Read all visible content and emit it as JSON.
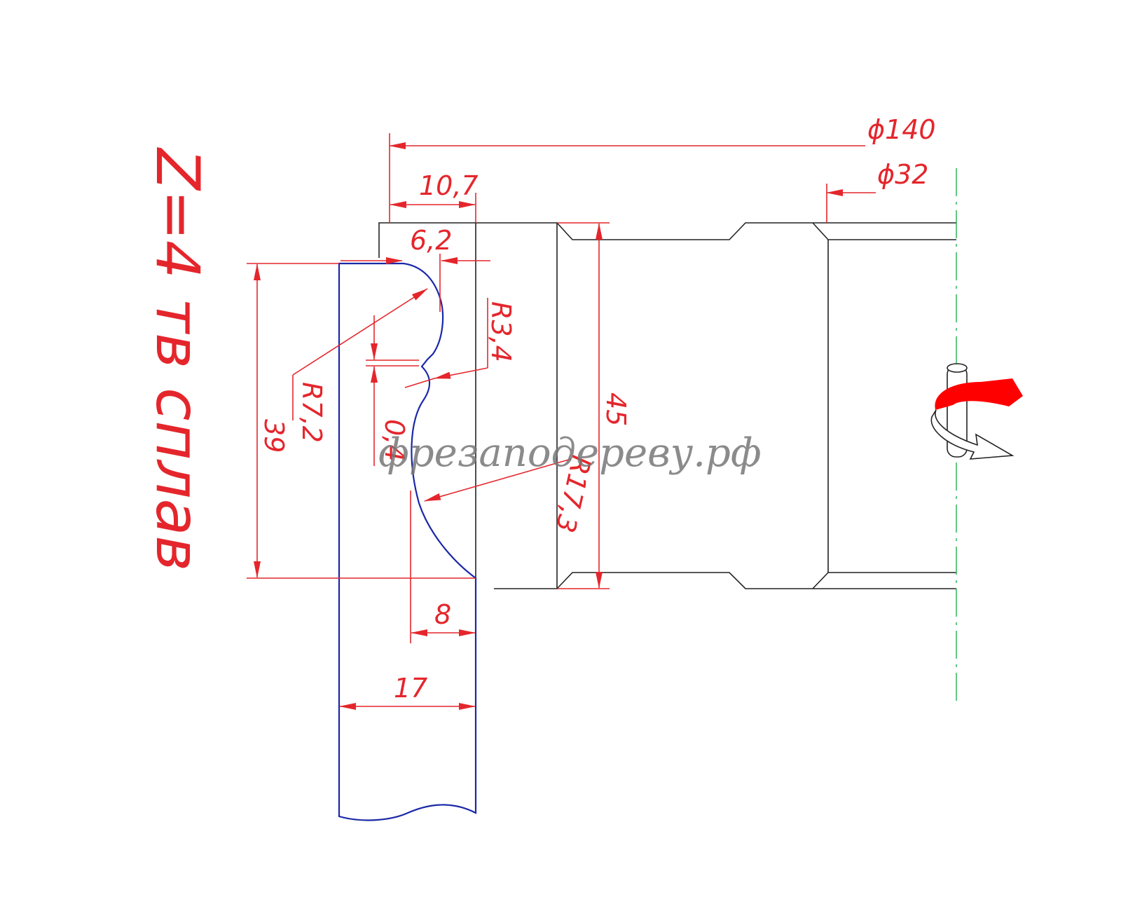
{
  "drawing": {
    "note": "Z=4 тв сплав",
    "watermark": "фрезаподереву.рф",
    "colors": {
      "dimension": "#e4262c",
      "profile": "#1a28a8",
      "body": "#222222",
      "axis": "#22b14c"
    },
    "icons": {
      "rotation": "rotation-arrow-icon"
    }
  },
  "dimensions": {
    "outer_diameter": "ϕ140",
    "bore_diameter": "ϕ32",
    "width_top": "10,7",
    "step_top": "6,2",
    "radius_small": "R3,4",
    "radius_upper": "R7,2",
    "height_profile": "39",
    "step_small": "0,4",
    "radius_large": "R17,3",
    "height_total": "45",
    "depth_bottom": "8",
    "width_stock": "17"
  }
}
